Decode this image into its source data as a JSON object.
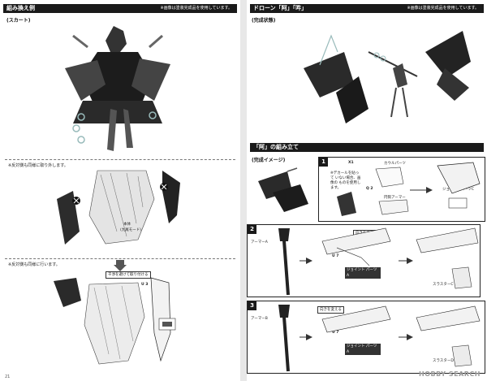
{
  "left": {
    "header_title": "組み換え例",
    "header_note": "※画像は塗装完成品を使用しています。",
    "section_label": "(スカート)",
    "instr_top": "※反対側も同様に取り外します。",
    "label_honmaru": "本体",
    "label_honmaru_sub": "(九尾モード)",
    "instr_bottom": "※反対側も同様に行います。",
    "callout_text": "干渉を避けて取り付ける",
    "u_part": "U",
    "u_num": "3",
    "page_number": "21"
  },
  "right": {
    "header_title": "ドローン「阿」「吽」",
    "header_note": "※画像は塗装完成品を使用しています。",
    "complete_label": "(完成状態)",
    "section2_title": "「阿」の組み立て",
    "image_label": "(完成イメージ)",
    "step1": {
      "number": "1",
      "x1": "X1",
      "decal_note": "※デカールを貼って いない場合、画像の ものを使用します。",
      "part_cowl": "カウルパーツ",
      "part_arm": "円筒アーマー",
      "part_joint": "ジョイントパーツC",
      "q": "Q",
      "q_num": "2"
    },
    "step2": {
      "number": "2",
      "label_armor": "アーマーA",
      "label_orient": "向きを変える",
      "u": "U",
      "u_num": "7",
      "joint": "ジョイント パーツA",
      "thruster": "スラスターC"
    },
    "step3": {
      "number": "3",
      "label_armor": "アーマーB",
      "label_orient": "向きを変える",
      "u": "U",
      "u_num": "7",
      "joint": "ジョイント パーツA",
      "thruster": "スラスターD"
    },
    "watermark": "HOBBY SEARCH"
  }
}
